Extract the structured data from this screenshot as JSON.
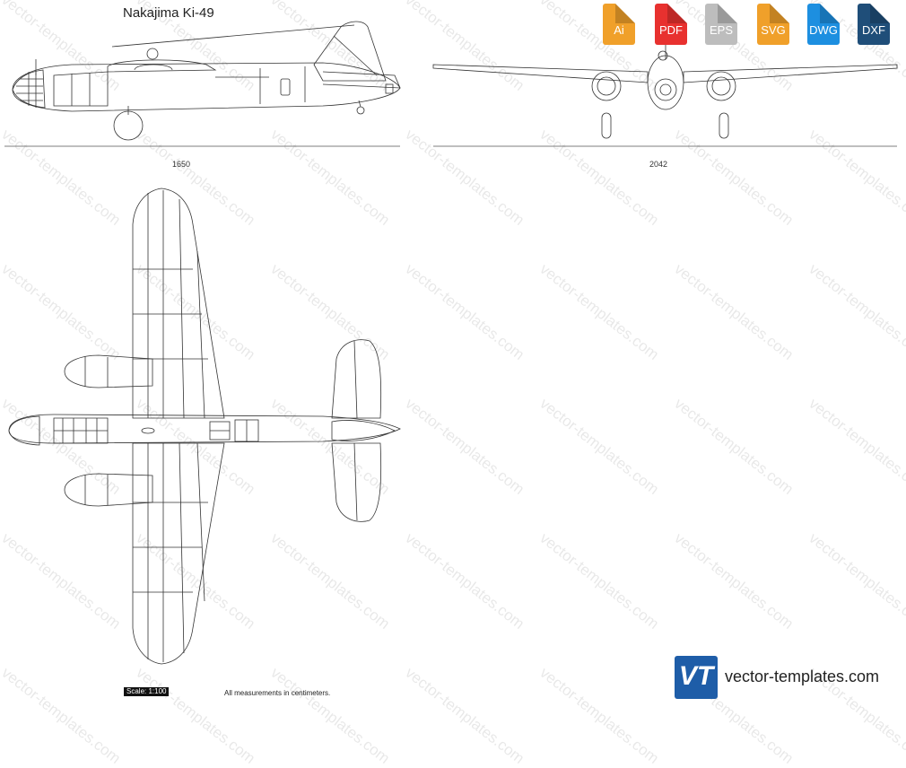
{
  "title": "Nakajima Ki-49",
  "dimensions": {
    "length": "1650",
    "span": "2042"
  },
  "formats": [
    {
      "label": "Ai",
      "color": "#f0a02a",
      "icon": "ai-file-icon"
    },
    {
      "label": "PDF",
      "color": "#e8312f",
      "icon": "pdf-file-icon"
    },
    {
      "label": "EPS",
      "color": "#bdbdbd",
      "icon": "eps-file-icon"
    },
    {
      "label": "SVG",
      "color": "#f0a02a",
      "icon": "svg-file-icon"
    },
    {
      "label": "DWG",
      "color": "#1d8fe0",
      "icon": "dwg-file-icon"
    },
    {
      "label": "DXF",
      "color": "#1f4e79",
      "icon": "dxf-file-icon"
    }
  ],
  "scale_label": "Scale: 1:100",
  "measurement_note": "All measurements in centimeters.",
  "brand": {
    "logo_text": "VT",
    "site": "vector-templates.com",
    "color": "#1e5da8"
  },
  "watermark": "vector-templates.com"
}
